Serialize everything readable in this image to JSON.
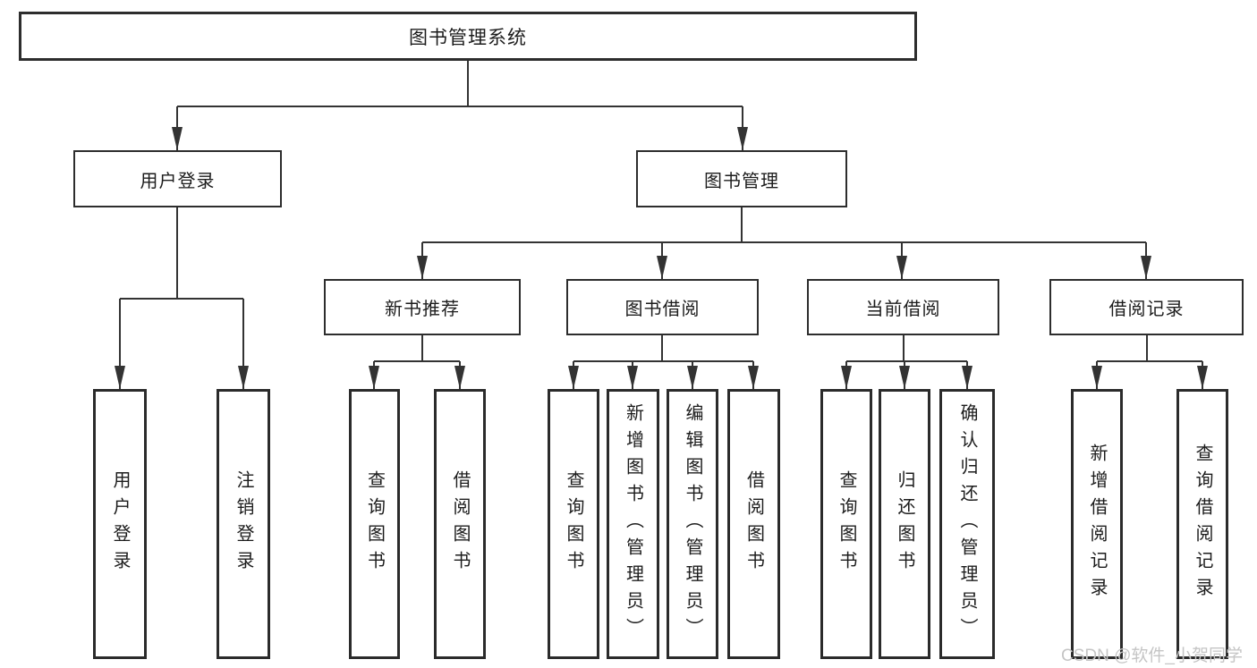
{
  "diagram": {
    "root": {
      "label": "图书管理系统"
    },
    "children": [
      {
        "label": "用户登录",
        "children": [
          {
            "label": "用户登录"
          },
          {
            "label": "注销登录"
          }
        ]
      },
      {
        "label": "图书管理",
        "children": [
          {
            "label": "新书推荐",
            "children": [
              {
                "label": "查询图书"
              },
              {
                "label": "借阅图书"
              }
            ]
          },
          {
            "label": "图书借阅",
            "children": [
              {
                "label": "查询图书"
              },
              {
                "label": "新增图书（管理员）"
              },
              {
                "label": "编辑图书（管理员）"
              },
              {
                "label": "借阅图书"
              }
            ]
          },
          {
            "label": "当前借阅",
            "children": [
              {
                "label": "查询图书"
              },
              {
                "label": "归还图书"
              },
              {
                "label": "确认归还（管理员）"
              }
            ]
          },
          {
            "label": "借阅记录",
            "children": [
              {
                "label": "新增借阅记录"
              },
              {
                "label": "查询借阅记录"
              }
            ]
          }
        ]
      }
    ]
  },
  "watermark": {
    "text": "CSDN @软件_小贺同学"
  },
  "colors": {
    "line": "#333333",
    "box_border": "#2d2d2d",
    "box_fill": "#ffffff",
    "text": "#1c1c1c",
    "watermark": "#c5c5c5"
  }
}
